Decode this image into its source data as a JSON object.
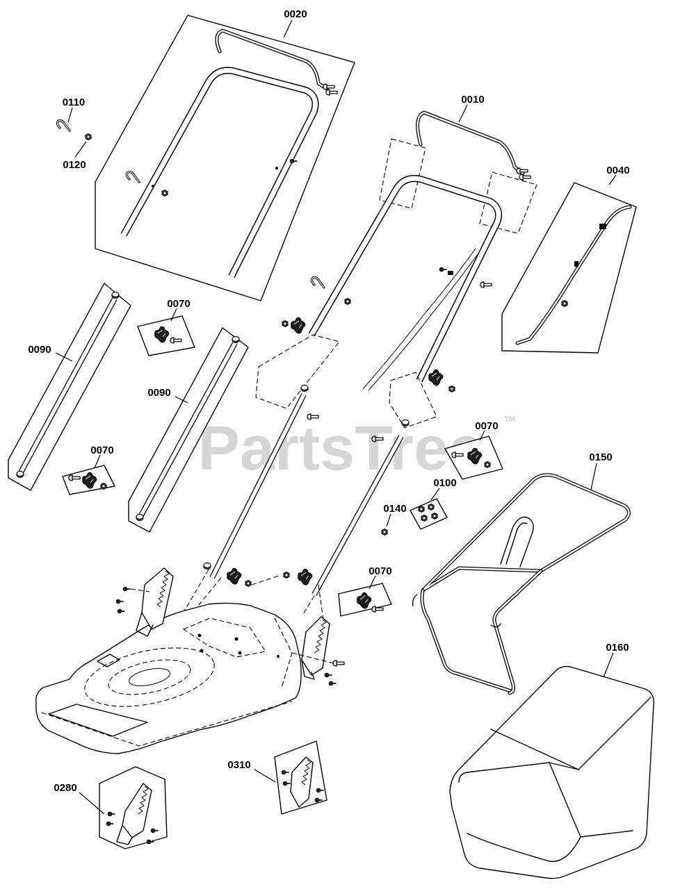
{
  "callouts": [
    "0020",
    "0110",
    "0120",
    "0010",
    "0040",
    "0070",
    "0090",
    "0090",
    "0070",
    "0070",
    "0150",
    "0100",
    "0140",
    "0070",
    "0160",
    "0310",
    "0280"
  ],
  "watermark": {
    "text": "PartsTree",
    "trademark": "™"
  }
}
